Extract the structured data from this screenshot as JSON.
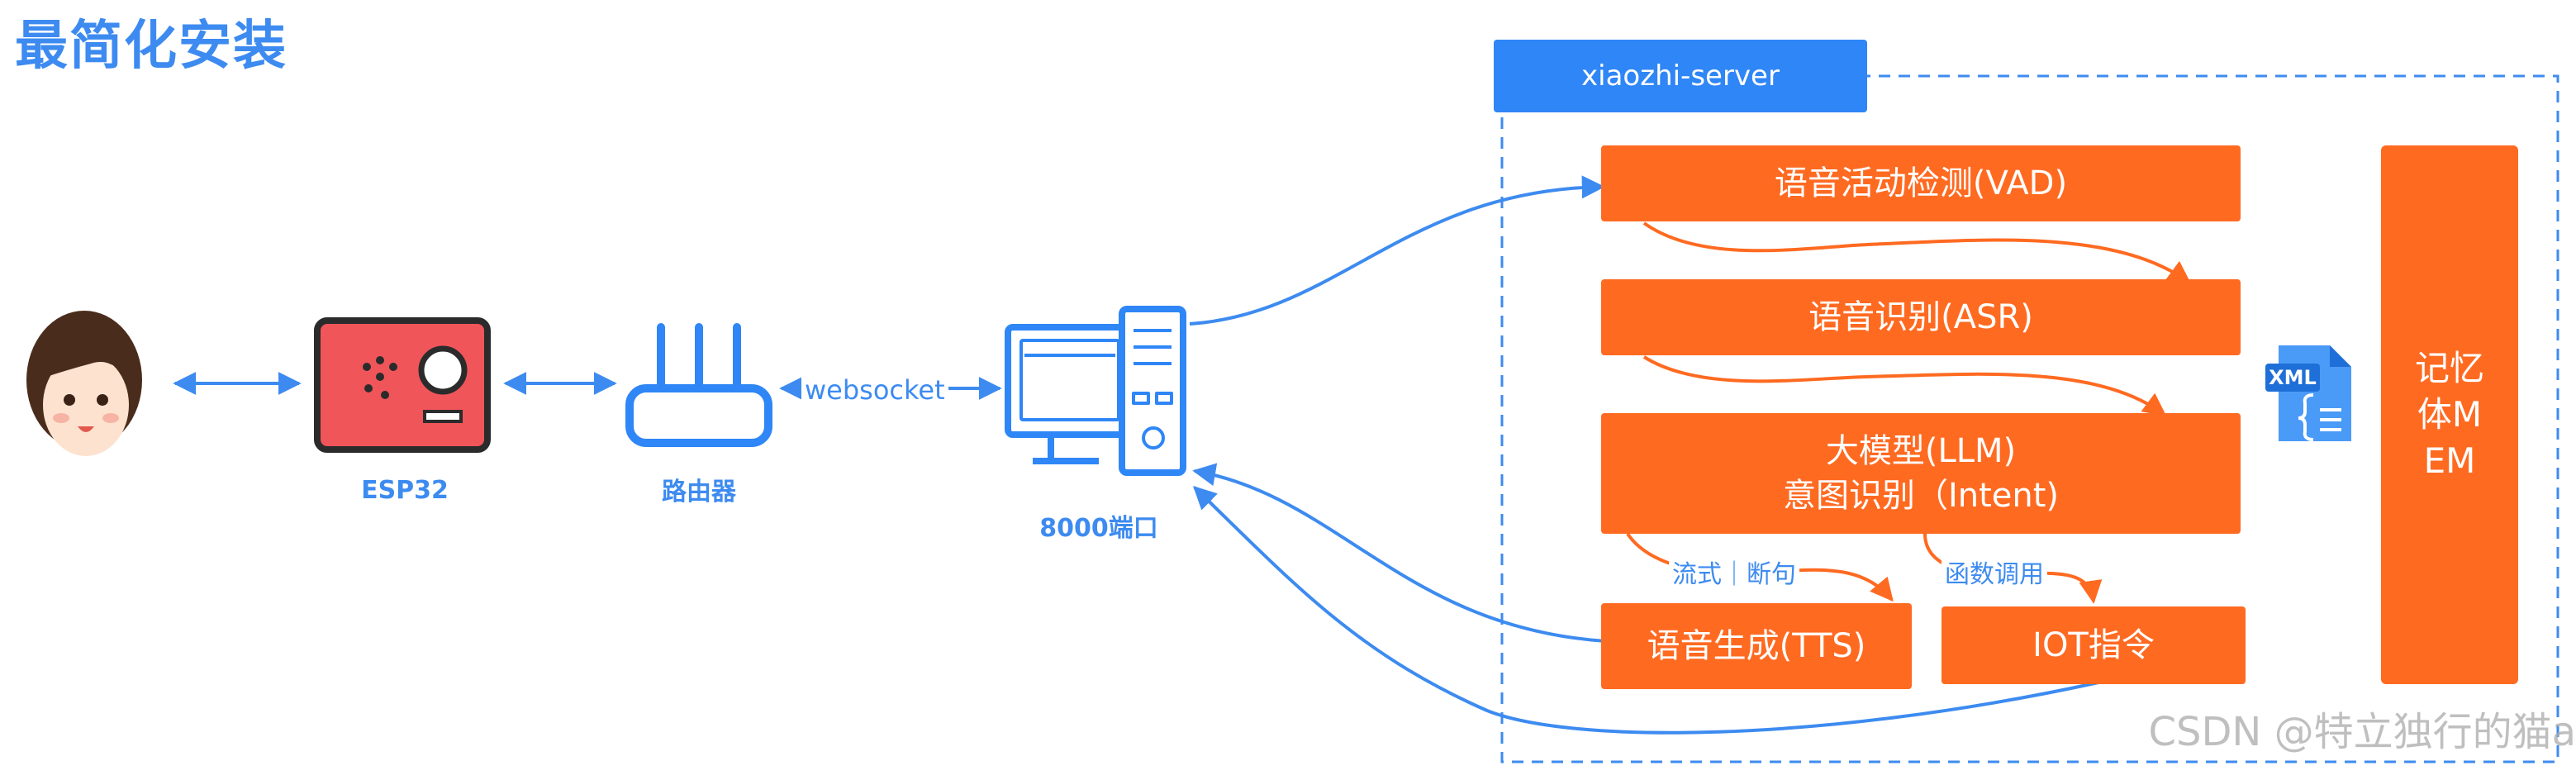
{
  "title": "最简化安装",
  "devices": {
    "esp32_label": "ESP32",
    "router_label": "路由器",
    "server_port_label": "8000端口"
  },
  "connection": {
    "websocket_label": "websocket"
  },
  "server": {
    "name": "xiaozhi-server",
    "modules": {
      "vad": "语音活动检测(VAD)",
      "asr": "语音识别(ASR)",
      "llm_line1": "大模型(LLM)",
      "llm_line2": "意图识别（Intent)",
      "tts": "语音生成(TTS)",
      "iot": "IOT指令"
    },
    "flows": {
      "streaming": "流式｜断句",
      "function_call": "函数调用"
    },
    "memory": "记忆体MEM",
    "xml_icon_text": "XML"
  },
  "watermark": "CSDN @特立独行的猫a",
  "colors": {
    "primary_blue": "#3d8bf0",
    "server_tab_blue": "#2f86f6",
    "module_orange": "#ff6a21",
    "esp32_red": "#f0555a"
  }
}
